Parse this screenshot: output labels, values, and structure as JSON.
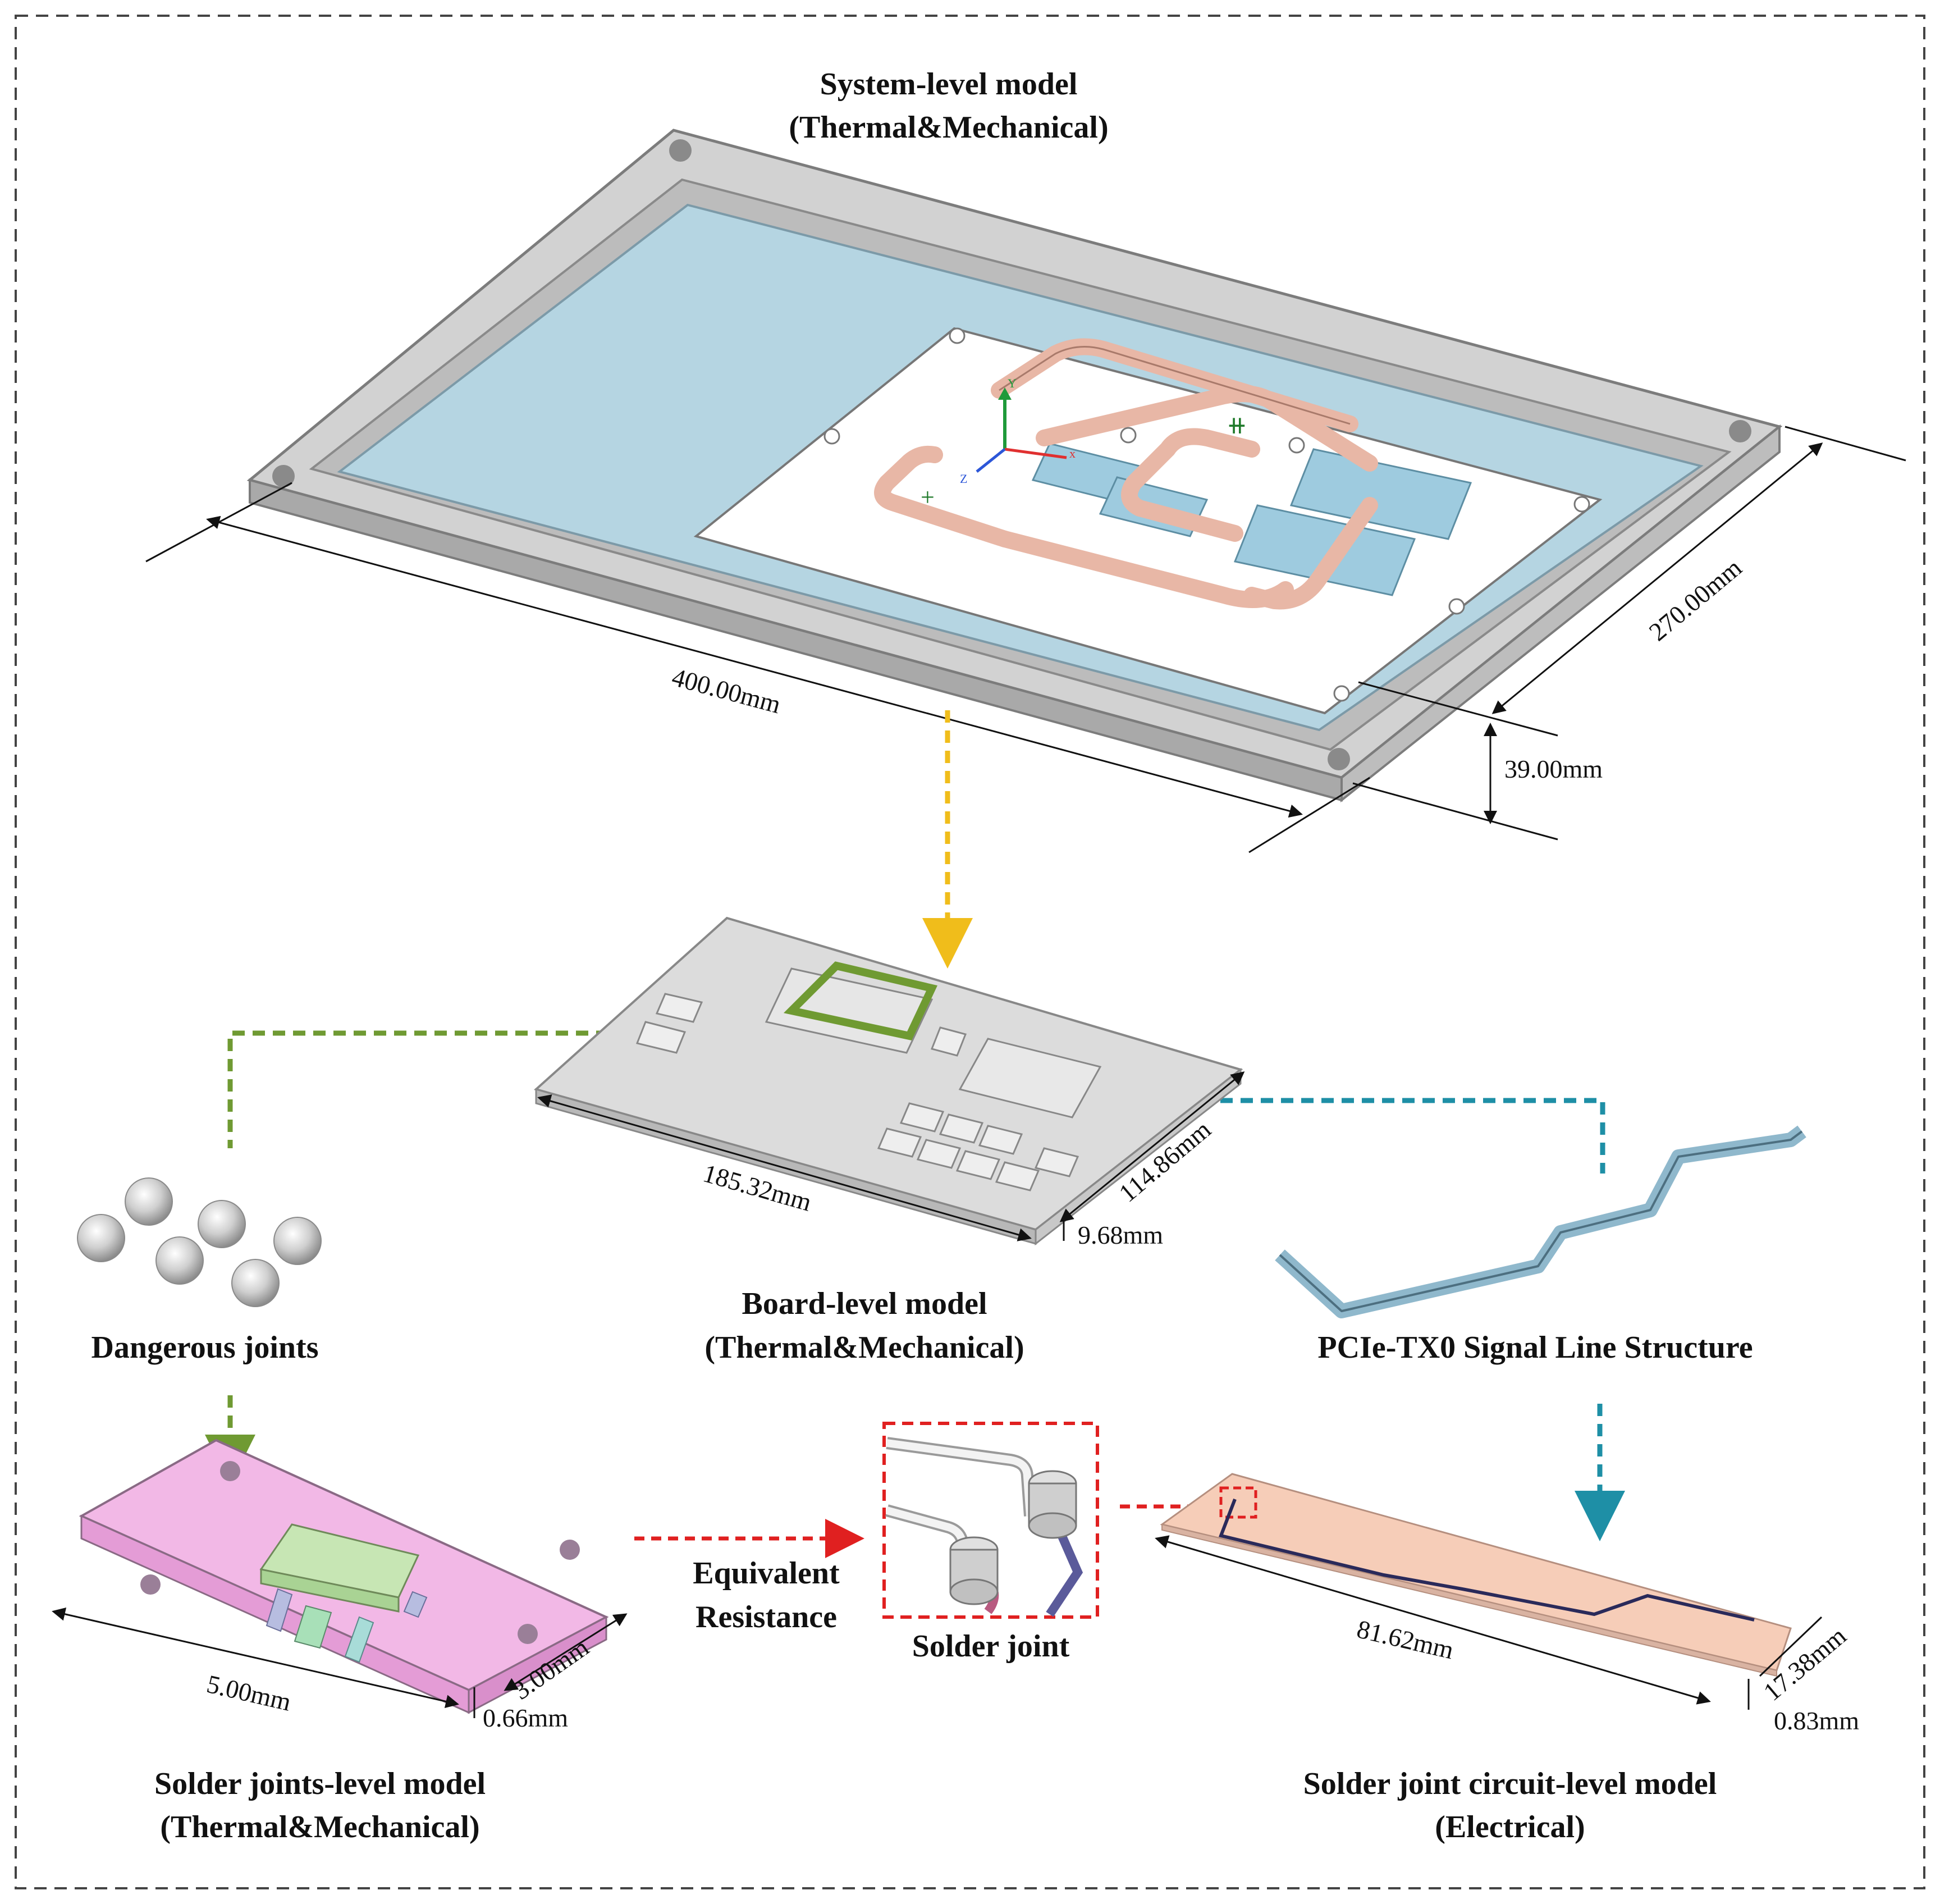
{
  "system_level": {
    "title_line1": "System-level model",
    "title_line2": "(Thermal&Mechanical)",
    "dim_length": "400.00mm",
    "dim_width": "270.00mm",
    "dim_height": "39.00mm"
  },
  "board_level": {
    "title_line1": "Board-level model",
    "title_line2": "(Thermal&Mechanical)",
    "dim_length": "185.32mm",
    "dim_width": "114.86mm",
    "dim_height": "9.68mm"
  },
  "dangerous_joints": {
    "label": "Dangerous joints"
  },
  "signal_line": {
    "label": "PCIe-TX0 Signal Line Structure"
  },
  "solder_joints_level": {
    "title_line1": "Solder joints-level model",
    "title_line2": "(Thermal&Mechanical)",
    "dim_length": "5.00mm",
    "dim_width": "3.00mm",
    "dim_height": "0.66mm"
  },
  "equivalent": {
    "line1": "Equivalent",
    "line2": "Resistance"
  },
  "solder_joint": {
    "label": "Solder joint"
  },
  "circuit_level": {
    "title_line1": "Solder joint circuit-level model",
    "title_line2": "(Electrical)",
    "dim_length": "81.62mm",
    "dim_width": "17.38mm",
    "dim_height": "0.83mm"
  },
  "axes": {
    "x": "x",
    "y": "Y",
    "z": "Z"
  },
  "colors": {
    "frame_gray": "#c8c8c8",
    "frame_dark": "#9a9a9a",
    "cavity_blue": "#b5d5e2",
    "heatpipe": "#e8b7a6",
    "chip_blue": "#9ecbdf",
    "board_gray": "#dcdcdc",
    "pink_substrate": "#f2b8e6",
    "green_chip": "#c7e6b4",
    "copper_plane": "#f6cdb8",
    "arrow_yellow": "#f0bd1b",
    "arrow_green": "#6f9a32",
    "arrow_teal": "#1e8fa6",
    "arrow_red": "#e02020"
  }
}
